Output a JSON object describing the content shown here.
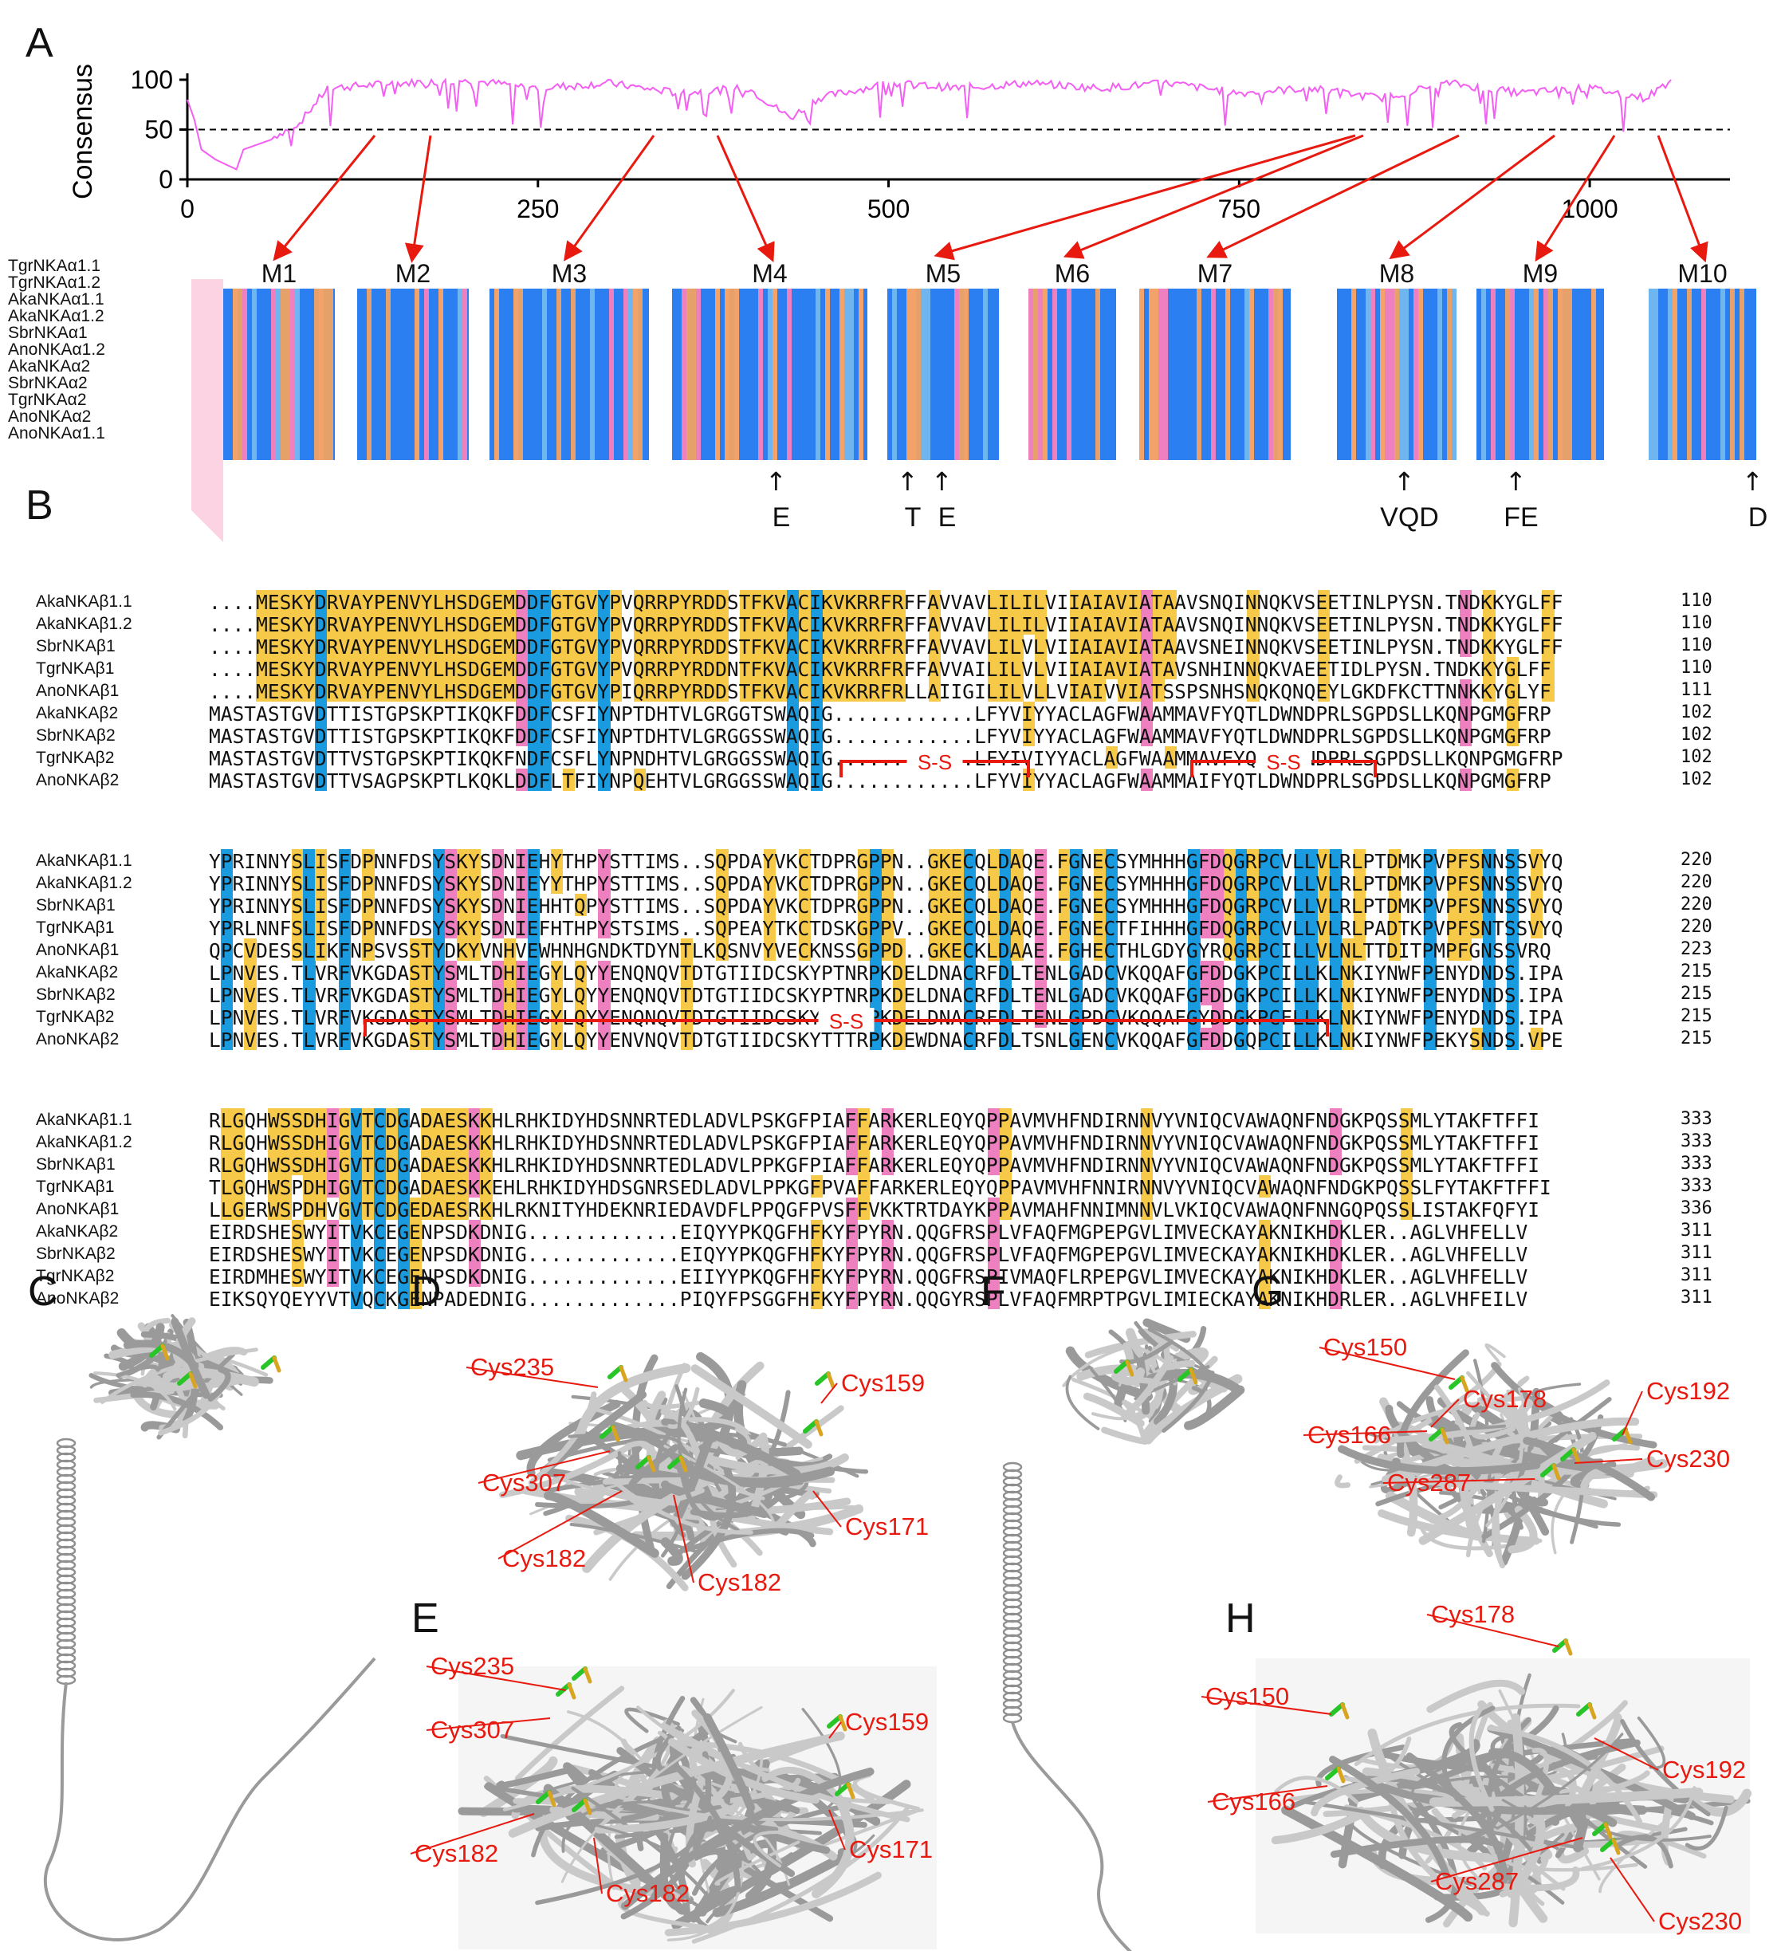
{
  "panels": {
    "A": "A",
    "B": "B",
    "C": "C",
    "D": "D",
    "E": "E",
    "F": "F",
    "G": "G",
    "H": "H"
  },
  "chart_data": {
    "type": "line",
    "ylabel": "Consensus",
    "xlim": [
      0,
      1100
    ],
    "ylim": [
      0,
      100
    ],
    "x_ticks": [
      "0",
      "250",
      "500",
      "750",
      "1000"
    ],
    "y_ticks": [
      "0",
      "50",
      "100"
    ],
    "threshold": 50,
    "series": [
      {
        "points": [
          [
            0,
            80
          ],
          [
            5,
            60
          ],
          [
            10,
            30
          ],
          [
            20,
            20
          ],
          [
            35,
            10
          ],
          [
            40,
            30
          ],
          [
            60,
            40
          ],
          [
            80,
            55
          ],
          [
            100,
            90
          ],
          [
            150,
            95
          ],
          [
            200,
            98
          ],
          [
            250,
            90
          ],
          [
            300,
            95
          ],
          [
            350,
            85
          ],
          [
            400,
            90
          ],
          [
            430,
            60
          ],
          [
            450,
            80
          ],
          [
            500,
            95
          ],
          [
            550,
            90
          ],
          [
            600,
            95
          ],
          [
            650,
            90
          ],
          [
            700,
            95
          ],
          [
            750,
            85
          ],
          [
            800,
            90
          ],
          [
            850,
            80
          ],
          [
            900,
            95
          ],
          [
            950,
            85
          ],
          [
            1000,
            90
          ],
          [
            1040,
            80
          ],
          [
            1060,
            100
          ]
        ]
      }
    ]
  },
  "helices": [
    "M1",
    "M2",
    "M3",
    "M4",
    "M5",
    "M6",
    "M7",
    "M8",
    "M9",
    "M10"
  ],
  "alpha_labels": [
    "TgrNKAα1.1",
    "TgrNKAα1.2",
    "AkaNKAα1.1",
    "AkaNKAα1.2",
    "SbrNKAα1",
    "AnoNKAα1.2",
    "AkaNKAα2",
    "SbrNKAα2",
    "TgrNKAα2",
    "AnoNKAα2",
    "AnoNKAα1.1"
  ],
  "residue_marks": [
    {
      "label": "E"
    },
    {
      "label": "T"
    },
    {
      "label": "E"
    },
    {
      "label": "VQD"
    },
    {
      "label": "FE"
    },
    {
      "label": "D"
    }
  ],
  "beta_blocks": [
    {
      "rows": [
        {
          "name": "AkaNKAβ1.1",
          "seq": "....MESKYDRVAYPENVYLHSDGEMDDFGTGVYPVQRRPYRDDSTFKVACIKVKRRFRFFAVVAVLILILVIIAIAVIATAAVSNQINNQKVSEETINLPYSN.TNDKKYGLFF",
          "end": "110"
        },
        {
          "name": "AkaNKAβ1.2",
          "seq": "....MESKYDRVAYPENVYLHSDGEMDDFGTGVYPVQRRPYRDDSTFKVACIKVKRRFRFFAVVAVLILILVIIAIAVIATAAVSNQINNQKVSEETINLPYSN.TNDKKYGLFF",
          "end": "110"
        },
        {
          "name": "SbrNKAβ1",
          "seq": "....MESKYDRVAYPENVYLHSDGEMDDFGTGVYPVQRRPYRDDSTFKVACIKVKRRFRFFAVVAVLILVLVIIAIAVIATAAVSNEINNQKVSEETINLPYSN.TNDKKYGLFF",
          "end": "110"
        },
        {
          "name": "TgrNKAβ1",
          "seq": "....MESKYDRVAYPENVYLHSDGEMDDFGTGVYPVQRRPYRDDNTFKVACIKVKRRFRFFAVVAILILVLVIIAIAVIATAVSNHINNQKVAEETIDLPYSN.TNDKKYGLFF",
          "end": "110"
        },
        {
          "name": "AnoNKAβ1",
          "seq": "....MESKYDRVAYPENVYLHSDGEMDDFGTGVYPIQRRPYRDDSTFKVACIKVKRRFRLLAIIGILILVLLVIAIVVIATSSPSNHSNQKQNQEYLGKDFKCTTNNKKYGLYF",
          "end": "111"
        },
        {
          "name": "AkaNKAβ2",
          "seq": "MASTASTGVDTTISTGPSKPTIKQKFDDFCSFIYNPTDHTVLGRGGTSWAQIG............LFYVIYYACLAGFWAAMMAVFYQTLDWNDPRLSGPDSLLKQNPGMGFRP",
          "end": "102"
        },
        {
          "name": "SbrNKAβ2",
          "seq": "MASTASTGVDTTISTGPSKPTIKQKFDDFCSFIYNPTDHTVLGRGGSSWAQIG............LFYVIYYACLAGFWAAMMAVFYQTLDWNDPRLSGPDSLLKQNPGMGFRP",
          "end": "102"
        },
        {
          "name": "TgrNKAβ2",
          "seq": "MASTASTGVDTTVSTGPSKPTIKQKFNDFCSFLYNPNDHTVLGRGGSSWAQIG............LFYIVIYYACLAGFWAAMMAVFYQTLDWNDPRLSGPDSLLKQNPGMGFRP",
          "end": "102"
        },
        {
          "name": "AnoNKAβ2",
          "seq": "MASTASTGVDTTVSAGPSKPTLKQKLDDFLTFIYNPQEHTVLGRGGSSWAQIG............LFYVIYYACLAGFWAAMMAIFYQTLDWNDPRLSGPDSLLKQNPGMGFRP",
          "end": "102"
        }
      ]
    },
    {
      "rows": [
        {
          "name": "AkaNKAβ1.1",
          "seq": "YPRINNYSLISFDPNNFDSYSKYSDNIEHYTHPYSTTIMS..SQPDAYVKCTDPRGPPN..GKECQLDAQE.FGNECSYMHHHGFDQGRPCVLLVLRLPTDMKPVPFSNNSSVYQ",
          "end": "220"
        },
        {
          "name": "AkaNKAβ1.2",
          "seq": "YPRINNYSLISFDPNNFDSYSKYSDNIEYYTHPYSTTIMS..SQPDAYVKCTDPRGPPN..GKECQLDAQE.FGNECSYMHHHGFDQGRPCVLLVLRLPTDMKPVPFSNNSSVYQ",
          "end": "220"
        },
        {
          "name": "SbrNKAβ1",
          "seq": "YPRINNYSLISFDPNNFDSYSKYSDNIEHHTQPYSTTIMS..SQPDAYVKCTDPRGPPN..GKECQLDAQE.FGNECSYMHHHGFDQGRPCVLLVLRLPTDMKPVPFSNNSSVYQ",
          "end": "220"
        },
        {
          "name": "TgrNKAβ1",
          "seq": "YPRLNNFSLISFDPNNFDSYSKYSDNIEFHTHPYSTSIMS..SQPEAYTKCTDSKGPPV..GKECQLDAQE.FGNECTFIHHHGFDQGRPCVLLVLRLPADTKPVPFSNTSSVYQ",
          "end": "220"
        },
        {
          "name": "AnoNKAβ1",
          "seq": "QPCVDESSLIKFNPSVSSTYDKYVNHVEWHNHGNDKTDYNTLKQSNVYVECKNSSGPPD..GKECKLDAAE.FGHECTHLGDYGYRQGRPCILLVLNLTTDITPMPFGNSSVRQ",
          "end": "223"
        },
        {
          "name": "AkaNKAβ2",
          "seq": "LPNVES.TLVRFVKGDASTYSMLTDHIEGYLQYYENQNQVTDTGTIIDCSKYPTNRPKDELDNACRFDLTENLGADCVKQQAFGFDDGKPCILLKLNKIYNWFPENYDNDS.IPA",
          "end": "215"
        },
        {
          "name": "SbrNKAβ2",
          "seq": "LPNVES.TLVRFVKGDASTYSMLTDHIEGYLQYYENQNQVTDTGTIIDCSKYPTNRPKDELDNACRFDLTENLGADCVKQQAFGFDDGKPCILLKLNKIYNWFPENYDNDS.IPA",
          "end": "215"
        },
        {
          "name": "TgrNKAβ2",
          "seq": "LPNVES.TLVRFVKGDASTYSMLTDHIEGYLQYYENQNQVTDTGTIIDCSKYPTNRPKDELDNACRFDLTENLGPDCVKQQAFGYDDGKPCFLLKLNKIYNWFPENYDNDS.IPA",
          "end": "215"
        },
        {
          "name": "AnoNKAβ2",
          "seq": "LPNVES.TLVRFVKGDASTYSMLTDHIEGYLQYYENVNQVTDTGTIIDCSKYTTTRPKDEWDNACRFDLTSNLGENCVKQQAFGFDDGQPCILLKLNKIYNWFPEKYSNDS.VPE",
          "end": "215"
        }
      ]
    },
    {
      "rows": [
        {
          "name": "AkaNKAβ1.1",
          "seq": "RLGQHWSSDHIGVTCDGADAESKKHLRHKIDYHDSNNRTEDLADVLPSKGFPIAFFARKERLEQYQPPAVMVHFNDIRNNVYVNIQCVAWAQNFNDGKPQSSMLYTAKFTFFI",
          "end": "333"
        },
        {
          "name": "AkaNKAβ1.2",
          "seq": "RLGQHWSSDHIGVTCDGADAESKKHLRHKIDYHDSNNRTEDLADVLPSKGFPIAFFARKERLEQYQPPAVMVHFNDIRNNVYVNIQCVAWAQNFNDGKPQSSMLYTAKFTFFI",
          "end": "333"
        },
        {
          "name": "SbrNKAβ1",
          "seq": "RLGQHWSSDHIGVTCDGADAESKKHLRHKIDYHDSNNRTEDLADVLPPKGFPIAFFARKERLEQYQPPAVMVHFNDIRNNVYVNIQCVAWAQNFNDGKPQSSMLYTAKFTFFI",
          "end": "333"
        },
        {
          "name": "TgrNKAβ1",
          "seq": "TLGQHWSPDHIGVTCDGADAESKKEHLRHKIDYHDSGNRSEDLADVLPPKGFPVAFFARKERLEQYQPPAVMVHFNNIRNNVYVNIQCVAWAQNFNDGKPQSSLFYTAKFTFFI",
          "end": "333"
        },
        {
          "name": "AnoNKAβ1",
          "seq": "LLGERWSPDHVGVTCDGEDAESRKHLRKNITYHDEKNRIEDAVDFLPPQGFPVSFFVKKTRTDAYKPPAVMAHFNNIMNNVLVKIQCVAWAQNFNNGQPQSSLISTAKFQFYI",
          "end": "336"
        },
        {
          "name": "AkaNKAβ2",
          "seq": "EIRDSHESWYITVKCEGENPSDKDNIG.............EIQYYPKQGFHFKYFPYRN.QQGFRSPLVFAQFMGPEPGVLIMVECKAYAKNIKHDKLER..AGLVHFELLV",
          "end": "311"
        },
        {
          "name": "SbrNKAβ2",
          "seq": "EIRDSHESWYITVKCEGENPSDKDNIG.............EIQYYPKQGFHFKYFPYRN.QQGFRSPLVFAQFMGPEPGVLIMVECKAYAKNIKHDKLER..AGLVHFELLV",
          "end": "311"
        },
        {
          "name": "TgrNKAβ2",
          "seq": "EIRDMHESWYITVKCEGENPSDKDNIG.............EIIYYPKQGFHFKYFPYRN.QQGFRSPIVMAQFLRPEPGVLIMVECKAYAKNIKHDKLER..AGLVHFELLV",
          "end": "311"
        },
        {
          "name": "AnoNKAβ2",
          "seq": "EIKSQYQEYYVTVQCKGENPADEDNIG.............PIQYFPSGGFHFKYFPYRN.QQGYRSPLVFAQFMRPTPGVLIMIECKAYAKNIKHDRLER..AGLVHFEILV",
          "end": "311"
        }
      ]
    }
  ],
  "ss_label": "S-S",
  "struct_labels": {
    "D": [
      "Cys235",
      "Cys159",
      "Cys307",
      "Cys171",
      "Cys182",
      "Cys182"
    ],
    "E": [
      "Cys235",
      "Cys159",
      "Cys307",
      "Cys182",
      "Cys171",
      "Cys182"
    ],
    "G": [
      "Cys150",
      "Cys178",
      "Cys192",
      "Cys166",
      "Cys287",
      "Cys230"
    ],
    "H": [
      "Cys178",
      "Cys150",
      "Cys192",
      "Cys166",
      "Cys287",
      "Cys230"
    ]
  },
  "colors": {
    "magenta": "#f25ff2",
    "red": "#e8190f",
    "yellow": "#f7c948",
    "blue": "#1a9be0",
    "pink": "#ef80bf",
    "msablue": "#2b7ff0",
    "helix_gray": "#b8b8b8"
  }
}
